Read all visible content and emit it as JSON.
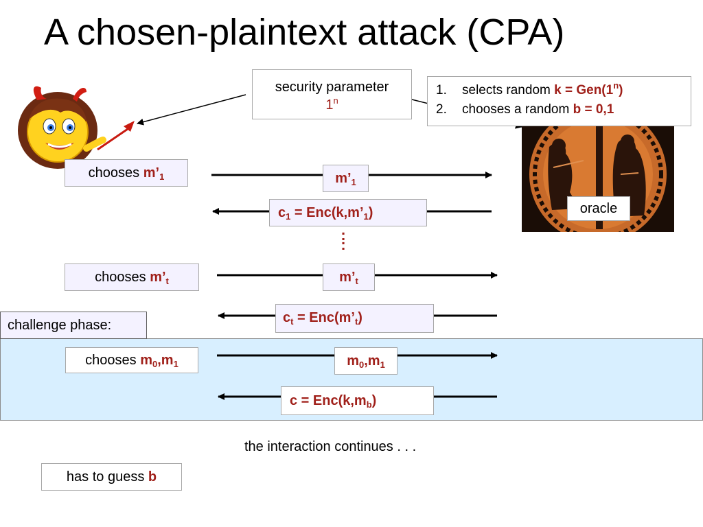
{
  "title": "A chosen-plaintext attack (CPA)",
  "security": {
    "label": "security parameter",
    "value_base": "1",
    "value_exp": "n"
  },
  "oracle_steps": [
    {
      "num": "1.",
      "text": "selects random ",
      "hl_pre": "k = Gen(1",
      "hl_sup": "n",
      "hl_post": ")"
    },
    {
      "num": "2.",
      "text": "chooses a random ",
      "hl_pre": "b = 0,1",
      "hl_sup": "",
      "hl_post": ""
    }
  ],
  "oracle_label": "oracle",
  "query1": {
    "chooses_word": "chooses ",
    "m_base": "m’",
    "m_sub": "1",
    "reply_pre": "c",
    "reply_sub1": "1",
    "reply_mid": " = Enc(k,m’",
    "reply_sub2": "1",
    "reply_post": ")"
  },
  "ellipsis": ":",
  "queryt": {
    "chooses_word": "chooses ",
    "m_base": "m’",
    "m_sub": "t",
    "reply_pre": "c",
    "reply_sub1": "t",
    "reply_mid": " = Enc(m’",
    "reply_sub2": "t",
    "reply_post": ")"
  },
  "challenge": {
    "label": "challenge phase:",
    "chooses_word": "chooses ",
    "m_pair": {
      "a": "m",
      "a_sub": "0",
      "sep": ",m",
      "b_sub": "1"
    },
    "reply_pre": "c = Enc(k,m",
    "reply_sub": "b",
    "reply_post": ")"
  },
  "continues": "the interaction continues . . .",
  "guess": {
    "text": "has to guess ",
    "var": "b"
  },
  "colors": {
    "accent_red": "#a0201a",
    "band_blue": "#d8efff",
    "box_border": "#a8a8a8"
  }
}
